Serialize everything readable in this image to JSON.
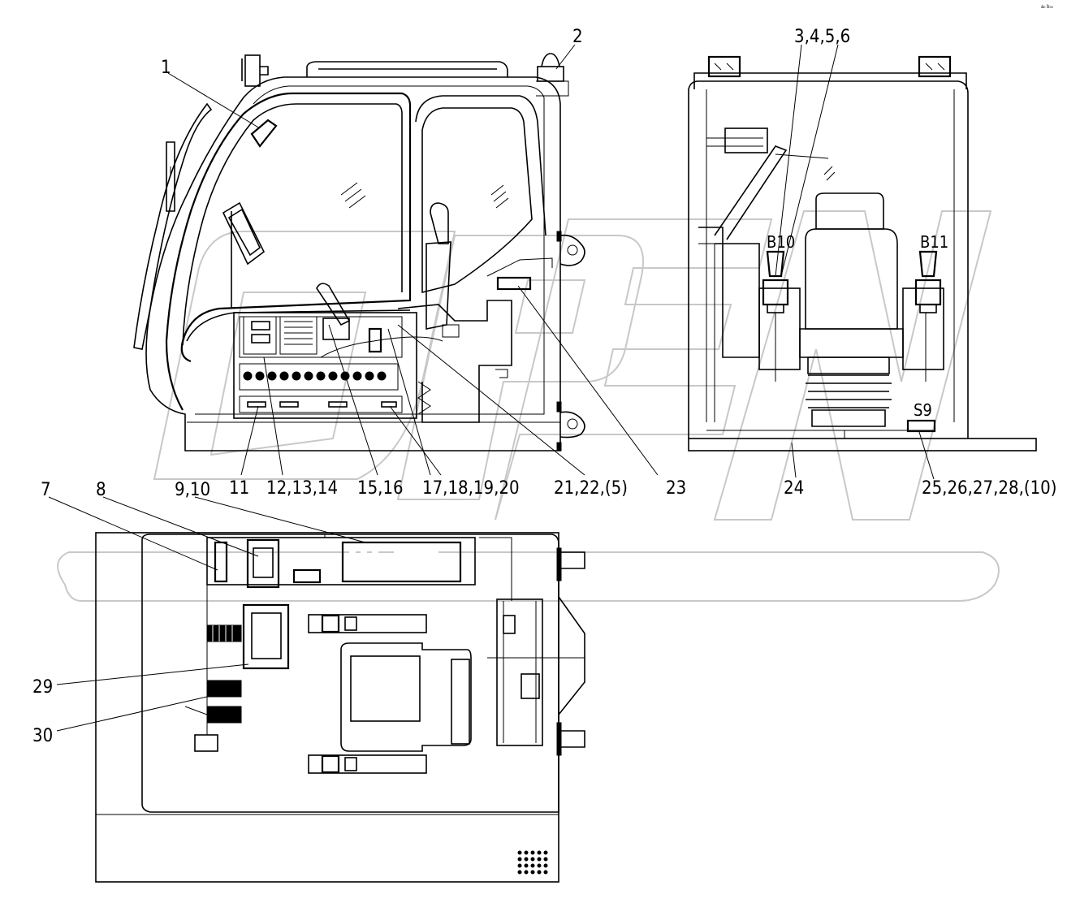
{
  "watermark": "OPEN",
  "corner_mark": "a₀ b₀₀",
  "callouts": [
    "1",
    "2",
    "3,4,5,6",
    "7",
    "8",
    "9,10",
    "11",
    "12,13,14",
    "15,16",
    "17,18,19,20",
    "21,22,(5)",
    "23",
    "24",
    "25,26,27,28,(10)",
    "29",
    "30"
  ],
  "tags": [
    "B10",
    "B11",
    "S9"
  ]
}
